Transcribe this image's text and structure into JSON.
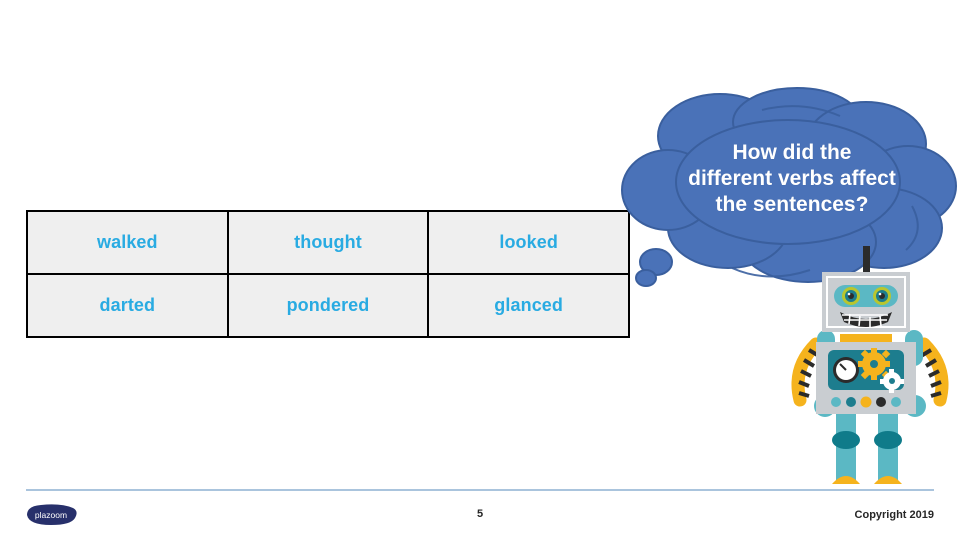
{
  "slide": {
    "background_color": "#ffffff",
    "page_number": "5",
    "copyright": "Copyright 2019",
    "brand_logo_text": "plazoom",
    "rule_color": "#aac4dd"
  },
  "table": {
    "name": "verbs-word-table",
    "cell_background": "#efefef",
    "border_color": "#000000",
    "text_color": "#29abe2",
    "rows": [
      [
        "walked",
        "thought",
        "looked"
      ],
      [
        "darted",
        "pondered",
        "glanced"
      ]
    ]
  },
  "thought_bubble": {
    "fill_color": "#4a72b8",
    "stroke_color": "#3a5f9e",
    "text_color": "#ffffff",
    "lines": [
      "How did the",
      "different verbs affect",
      "the sentences?"
    ],
    "full_text": "How did the different verbs affect the sentences?"
  },
  "robot": {
    "name": "robot-illustration",
    "colors": {
      "body_gray": "#c9cdd1",
      "panel_teal": "#1d7d8e",
      "accent_teal": "#5bb8c4",
      "dark_teal": "#0f7b8a",
      "yellow": "#f5b31d",
      "dark": "#2b2b2b",
      "eye_rim": "#b9c62e",
      "white": "#ffffff"
    },
    "parts": [
      "antenna",
      "head",
      "eyes",
      "mouth-grin",
      "neck-bar",
      "torso",
      "control-panel",
      "gauge-dial",
      "gear-yellow",
      "gear-white",
      "button-row",
      "left-arm",
      "right-arm",
      "left-leg",
      "right-leg",
      "left-foot",
      "right-foot"
    ],
    "button_colors": [
      "#5bb8c4",
      "#1d7d8e",
      "#f5b31d",
      "#2b2b2b",
      "#5bb8c4"
    ]
  }
}
